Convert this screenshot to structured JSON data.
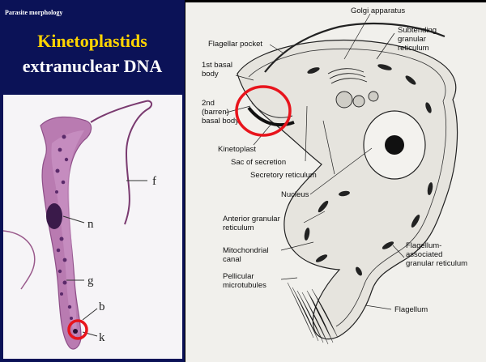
{
  "slide": {
    "section_tag": "Parasite morphology",
    "title_line1": "Kinetoplastids",
    "title_line2": "extranuclear DNA"
  },
  "micrograph": {
    "labels": {
      "f": "f",
      "n": "n",
      "g": "g",
      "b": "b",
      "k": "k"
    },
    "highlight_color": "#e8141c"
  },
  "diagram": {
    "labels": {
      "golgi": "Golgi apparatus",
      "subtending_1": "Subtending",
      "subtending_2": "granular",
      "subtending_3": "reticulum",
      "flagellar_pocket": "Flagellar pocket",
      "basal1_1": "1st basal",
      "basal1_2": "body",
      "basal2_1": "2nd",
      "basal2_2": "(barren)",
      "basal2_3": "basal body",
      "kinetoplast": "Kinetoplast",
      "sac": "Sac of secretion",
      "secretory": "Secretory reticulum",
      "nucleus": "Nucleus",
      "anterior_1": "Anterior granular",
      "anterior_2": "reticulum",
      "mito_1": "Mitochondrial",
      "mito_2": "canal",
      "pellicular_1": "Pellicular",
      "pellicular_2": "microtubules",
      "flag_assoc_1": "Flagellum-",
      "flag_assoc_2": "associated",
      "flag_assoc_3": "granular reticulum",
      "flagellum": "Flagellum"
    },
    "highlight_color": "#e8141c"
  }
}
